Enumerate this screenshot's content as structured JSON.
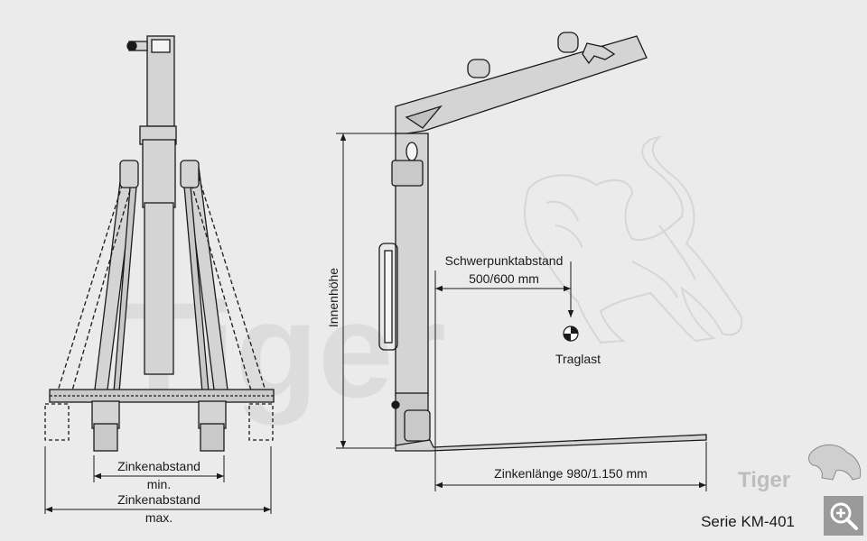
{
  "watermark": {
    "text": "Tiger"
  },
  "logo": {
    "text": "Tiger"
  },
  "labels": {
    "schwerpunkt_title": "Schwerpunktabstand",
    "schwerpunkt_value": "500/600 mm",
    "traglast": "Traglast",
    "innenhoehe": "Innenhöhe",
    "zinkenlaenge": "Zinkenlänge 980/1.150 mm",
    "zinkenabstand_min_title": "Zinkenabstand",
    "zinkenabstand_min_suffix": "min.",
    "zinkenabstand_max_title": "Zinkenabstand",
    "zinkenabstand_max_suffix": "max.",
    "serie": "Serie KM-401"
  },
  "zoom_button": {
    "icon": "zoom-in-icon"
  },
  "colors": {
    "background": "#ebebeb",
    "frame": "#d4d4d4",
    "line": "#1a1a1a",
    "watermark": "#dadada",
    "button": "#9a9a9a"
  }
}
